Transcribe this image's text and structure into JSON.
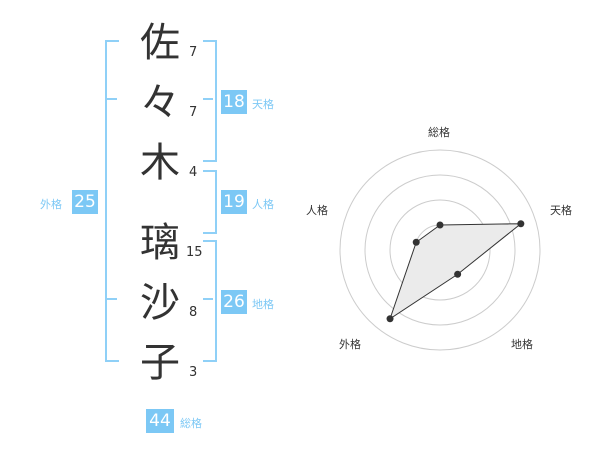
{
  "name_chars": [
    {
      "char": "佐",
      "strokes": "7"
    },
    {
      "char": "々",
      "strokes": "7"
    },
    {
      "char": "木",
      "strokes": "4"
    },
    {
      "char": "璃",
      "strokes": "15"
    },
    {
      "char": "沙",
      "strokes": "8"
    },
    {
      "char": "子",
      "strokes": "3"
    }
  ],
  "scores": {
    "tenkaku": {
      "value": "18",
      "label": "天格"
    },
    "jinkaku": {
      "value": "19",
      "label": "人格"
    },
    "chikaku": {
      "value": "26",
      "label": "地格"
    },
    "gaikaku": {
      "value": "25",
      "label": "外格"
    },
    "soukaku": {
      "value": "44",
      "label": "総格"
    }
  },
  "radar": {
    "labels": {
      "top": "総格",
      "right": "天格",
      "bottom_right": "地格",
      "bottom_left": "外格",
      "left": "人格"
    },
    "levels": {
      "総格": 0.25,
      "天格": 0.85,
      "地格": 0.3,
      "外格": 0.85,
      "人格": 0.25
    }
  }
}
